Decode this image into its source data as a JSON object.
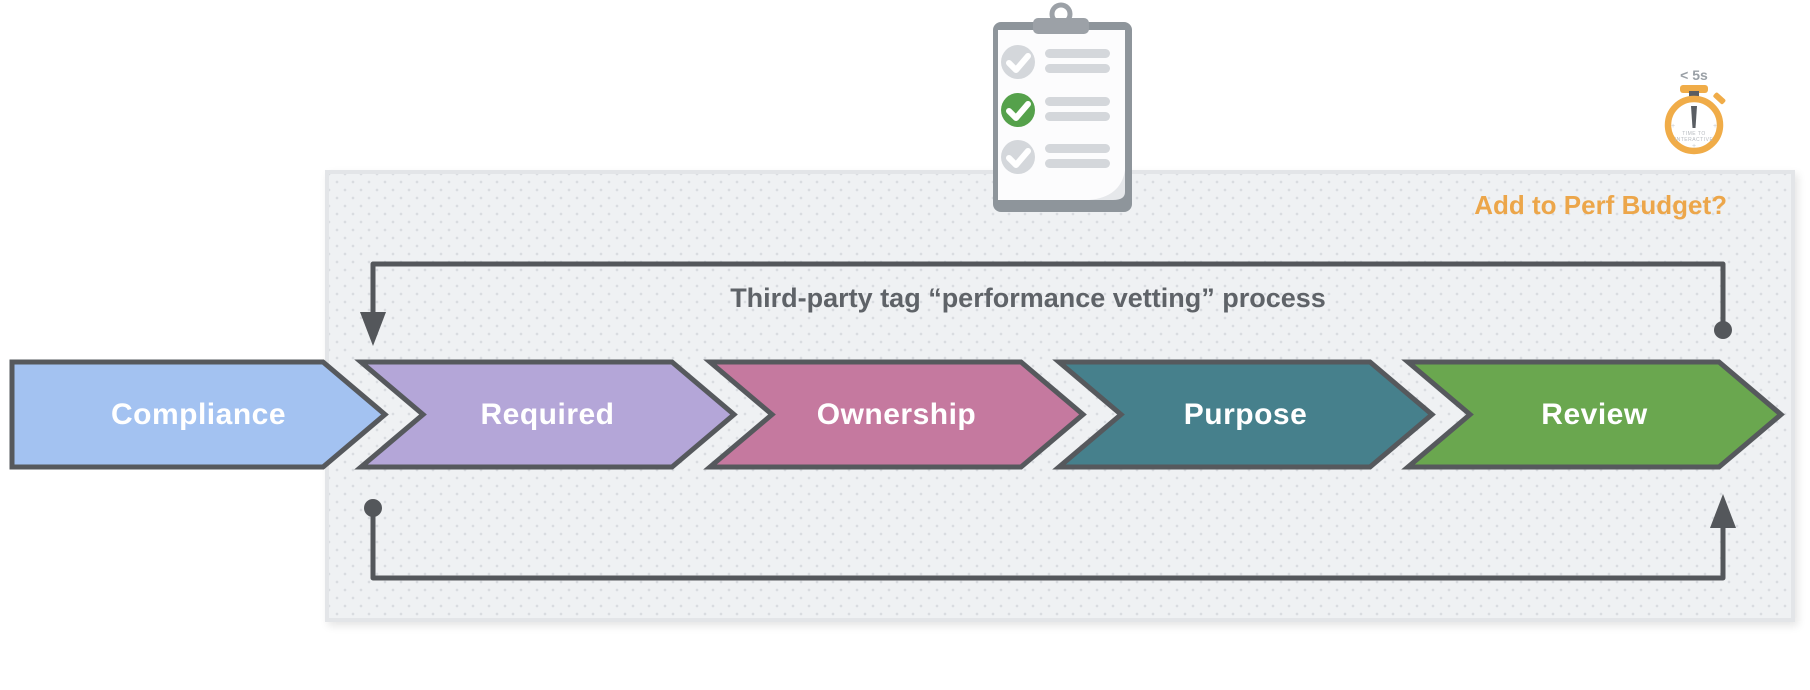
{
  "diagram": {
    "title": "Third-party tag “performance vetting” process",
    "perf_budget_question": "Add to Perf Budget?"
  },
  "steps": [
    {
      "label": "Compliance",
      "color": "#A3C2F1"
    },
    {
      "label": "Required",
      "color": "#B4A6D8"
    },
    {
      "label": "Ownership",
      "color": "#C5799F"
    },
    {
      "label": "Purpose",
      "color": "#46808C"
    },
    {
      "label": "Review",
      "color": "#6AA74F"
    }
  ],
  "stopwatch": {
    "label": "< 5s",
    "face_line1": "TIME TO",
    "face_line2": "INTERACTIVE"
  },
  "colors": {
    "accent_orange": "#ECA64A",
    "loop_line_gray": "#54575B",
    "chevron_border": "#56595D",
    "panel_background": "#EFF1F3",
    "title_text_gray": "#5F6368",
    "checklist_green": "#55A14B",
    "checklist_gray": "#D4D7DB"
  }
}
